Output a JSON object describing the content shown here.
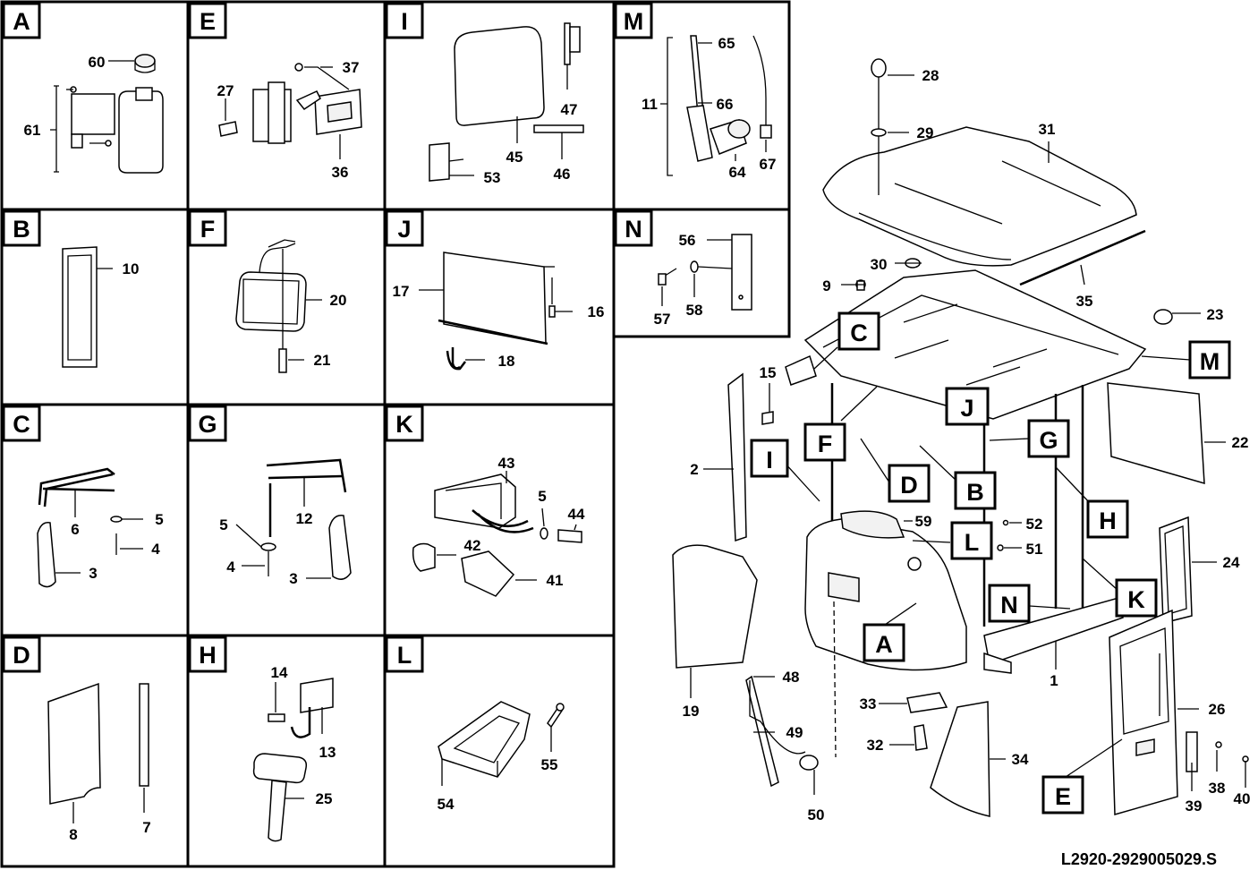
{
  "panels": {
    "A": {
      "letter": "A",
      "numbers": [
        "60",
        "61"
      ]
    },
    "E": {
      "letter": "E",
      "numbers": [
        "37",
        "27",
        "36"
      ]
    },
    "I": {
      "letter": "I",
      "numbers": [
        "47",
        "45",
        "46",
        "53"
      ]
    },
    "M": {
      "letter": "M",
      "numbers": [
        "65",
        "11",
        "66",
        "64",
        "67"
      ]
    },
    "B": {
      "letter": "B",
      "numbers": [
        "10"
      ]
    },
    "F": {
      "letter": "F",
      "numbers": [
        "20",
        "21"
      ]
    },
    "J": {
      "letter": "J",
      "numbers": [
        "17",
        "16",
        "18"
      ]
    },
    "N": {
      "letter": "N",
      "numbers": [
        "56",
        "57",
        "58"
      ]
    },
    "C": {
      "letter": "C",
      "numbers": [
        "6",
        "5",
        "4",
        "3"
      ]
    },
    "G": {
      "letter": "G",
      "numbers": [
        "12",
        "5",
        "4",
        "3"
      ]
    },
    "K": {
      "letter": "K",
      "numbers": [
        "43",
        "5",
        "44",
        "42",
        "41"
      ]
    },
    "D": {
      "letter": "D",
      "numbers": [
        "8",
        "7"
      ]
    },
    "H": {
      "letter": "H",
      "numbers": [
        "14",
        "13",
        "25"
      ]
    },
    "L": {
      "letter": "L",
      "numbers": [
        "55",
        "54"
      ]
    }
  },
  "main": {
    "numbers": [
      "28",
      "29",
      "31",
      "30",
      "9",
      "35",
      "23",
      "15",
      "22",
      "2",
      "59",
      "52",
      "51",
      "24",
      "19",
      "1",
      "48",
      "33",
      "26",
      "49",
      "32",
      "34",
      "38",
      "39",
      "40",
      "50"
    ],
    "callouts": [
      "C",
      "J",
      "M",
      "F",
      "G",
      "I",
      "D",
      "B",
      "H",
      "L",
      "N",
      "K",
      "A",
      "E"
    ]
  },
  "reference": "L2920-2929005029.S"
}
